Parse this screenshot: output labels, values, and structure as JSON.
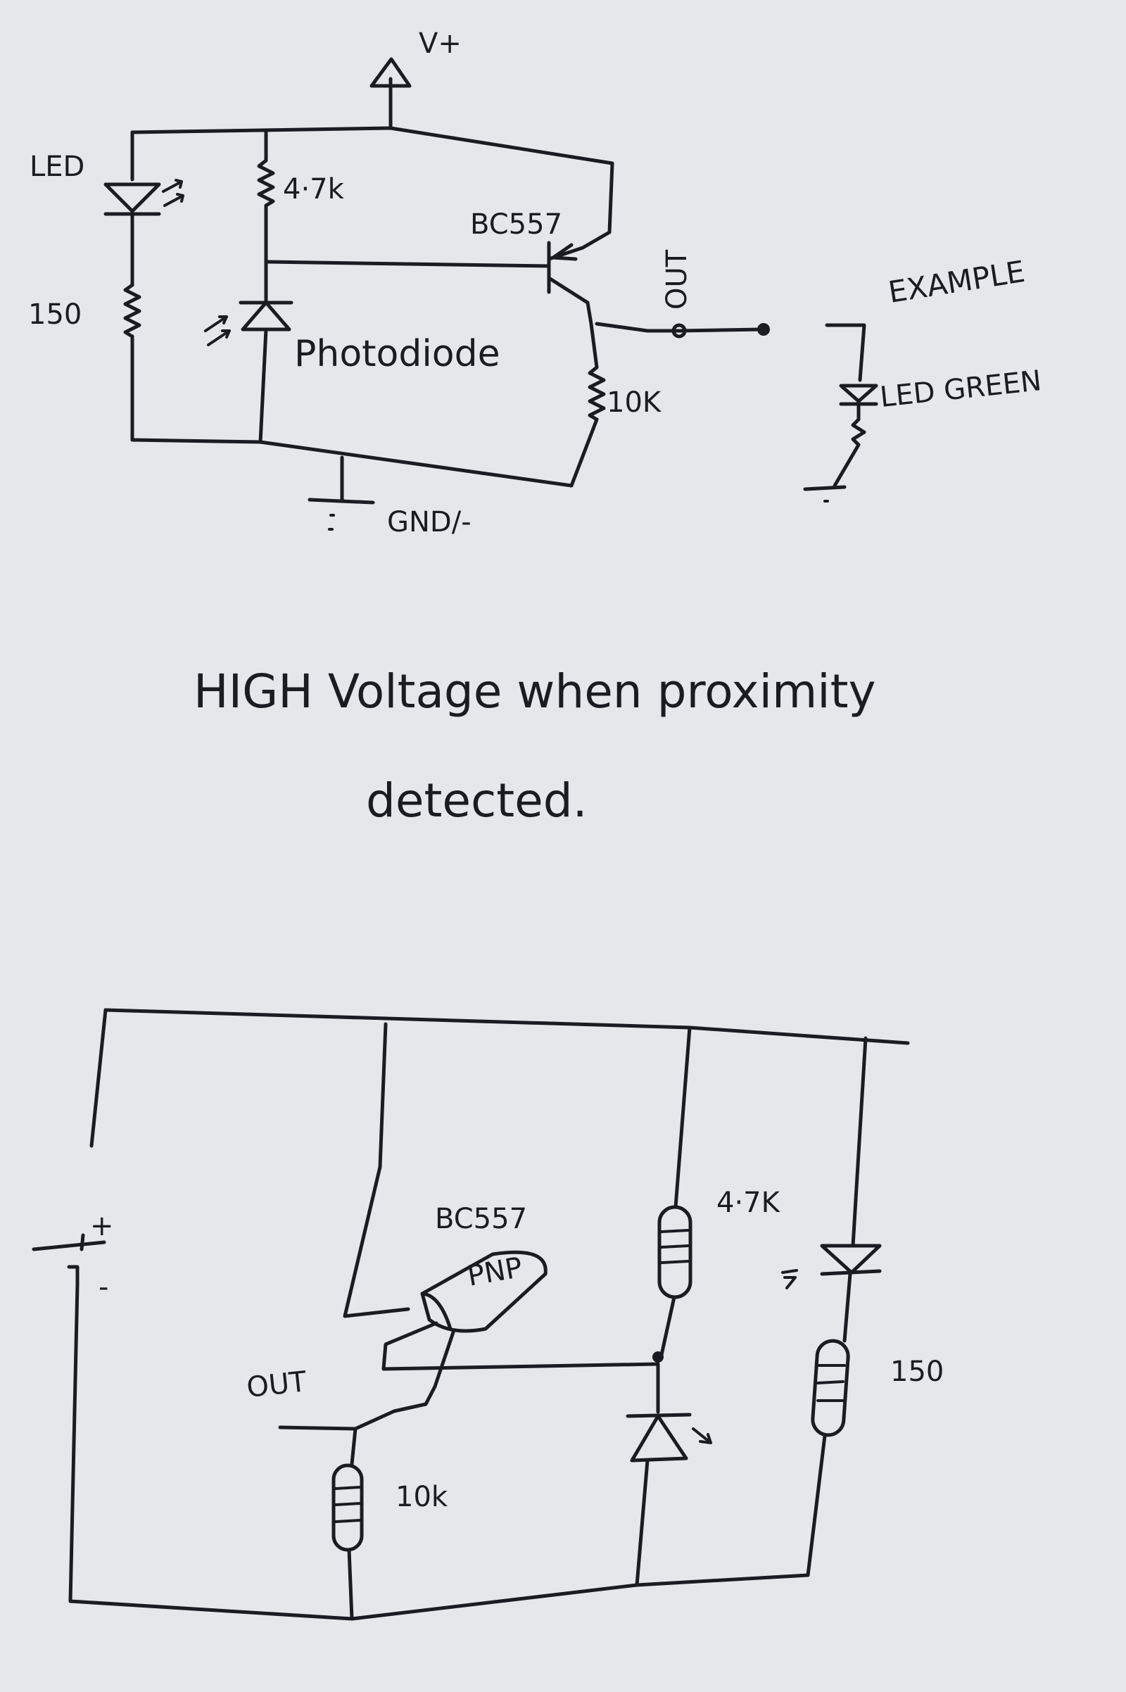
{
  "schematic": {
    "supply_label": "V+",
    "led_label": "LED",
    "r_led_label": "150",
    "r_bias_label": "4·7k",
    "transistor_label": "BC557",
    "photodiode_label": "Photodiode",
    "out_label": "OUT",
    "r_load_label": "10K",
    "ground_label": "GND/-",
    "example_label": "EXAMPLE",
    "example_led_label": "LED GREEN"
  },
  "note": {
    "line1": "HIGH Voltage when proximity",
    "line2": "detected."
  },
  "breadboard": {
    "transistor_label": "BC557",
    "package_label": "PNP",
    "bias_resistor_label": "4·7K",
    "led_resistor_label": "150",
    "out_label": "OUT",
    "load_resistor_label": "10k",
    "battery_plus": "+",
    "battery_minus": "-"
  }
}
